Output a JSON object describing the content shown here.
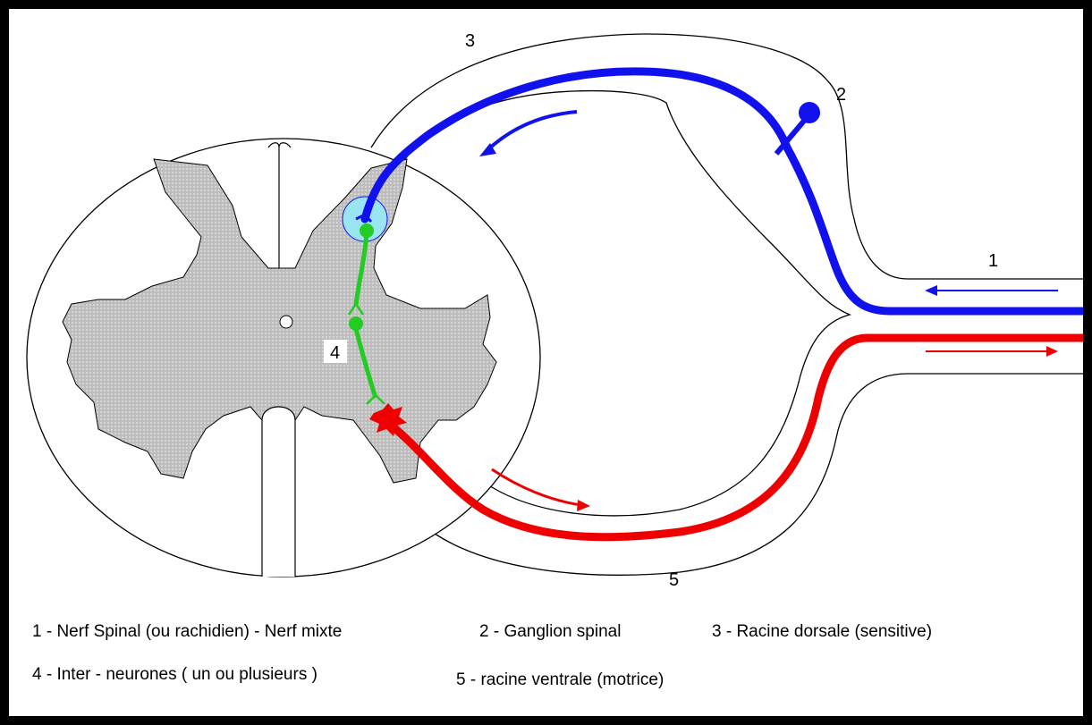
{
  "labels": {
    "nerve": "1",
    "ganglion": "2",
    "dorsal_root": "3",
    "interneuron": "4",
    "ventral_root": "5"
  },
  "legend": {
    "item1": "1 - Nerf Spinal (ou rachidien) - Nerf mixte",
    "item2": "2 - Ganglion spinal",
    "item3": "3 - Racine dorsale (sensitive)",
    "item4": "4 - Inter - neurones ( un ou plusieurs )",
    "item5": "5 - racine ventrale (motrice)"
  },
  "colors": {
    "sensory": "#1111ee",
    "motor": "#ee0000",
    "interneuron": "#22cc22",
    "gray_matter": "#c8c8c8",
    "cell_body": "#99e6f2",
    "frame": "#000000"
  }
}
